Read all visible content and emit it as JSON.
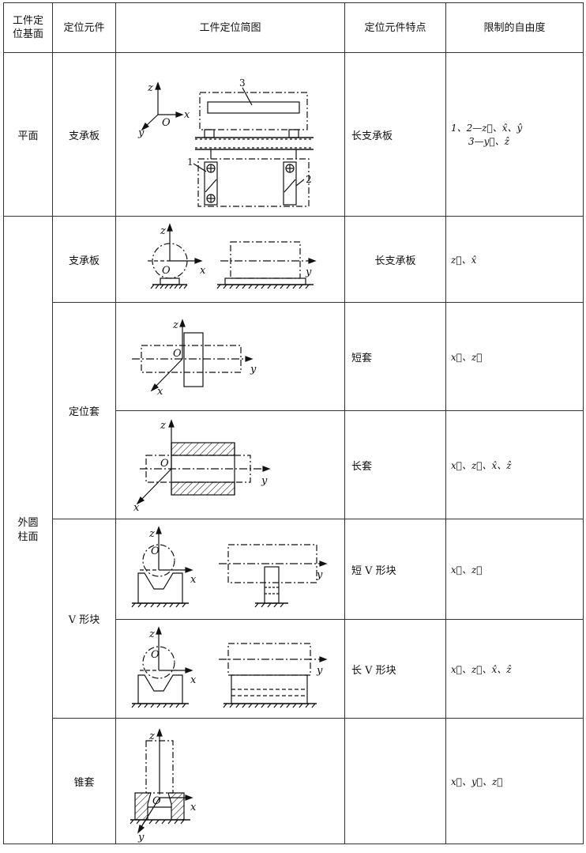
{
  "header": {
    "base_line1": "工件定",
    "base_line2": "位基面",
    "element": "定位元件",
    "diagram": "工件定位简图",
    "feature": "定位元件特点",
    "dof": "限制的自由度"
  },
  "rows": [
    {
      "base": "平面",
      "element": "支承板",
      "feature": "长支承板",
      "dof_line1": "1、2—z⃗、x̂、ŷ",
      "dof_line2": "3—y⃗、ẑ"
    },
    {
      "base": "外圆柱面",
      "element": "支承板",
      "feature": "长支承板",
      "dof": "z⃗、x̂"
    },
    {
      "element": "定位套",
      "feature": "短套",
      "dof": "x⃗、z⃗"
    },
    {
      "feature": "长套",
      "dof": "x⃗、z⃗、x̂、ẑ"
    },
    {
      "element": "V 形块",
      "feature": "短 V 形块",
      "dof": "x⃗、z⃗"
    },
    {
      "feature": "长 V 形块",
      "dof": "x⃗、z⃗、x̂、ẑ"
    },
    {
      "element": "锥套",
      "feature": "",
      "dof": "x⃗、y⃗、z⃗"
    }
  ],
  "labels": {
    "x": "x",
    "y": "y",
    "z": "z",
    "o": "O",
    "n1": "1",
    "n2": "2",
    "n3": "3"
  }
}
